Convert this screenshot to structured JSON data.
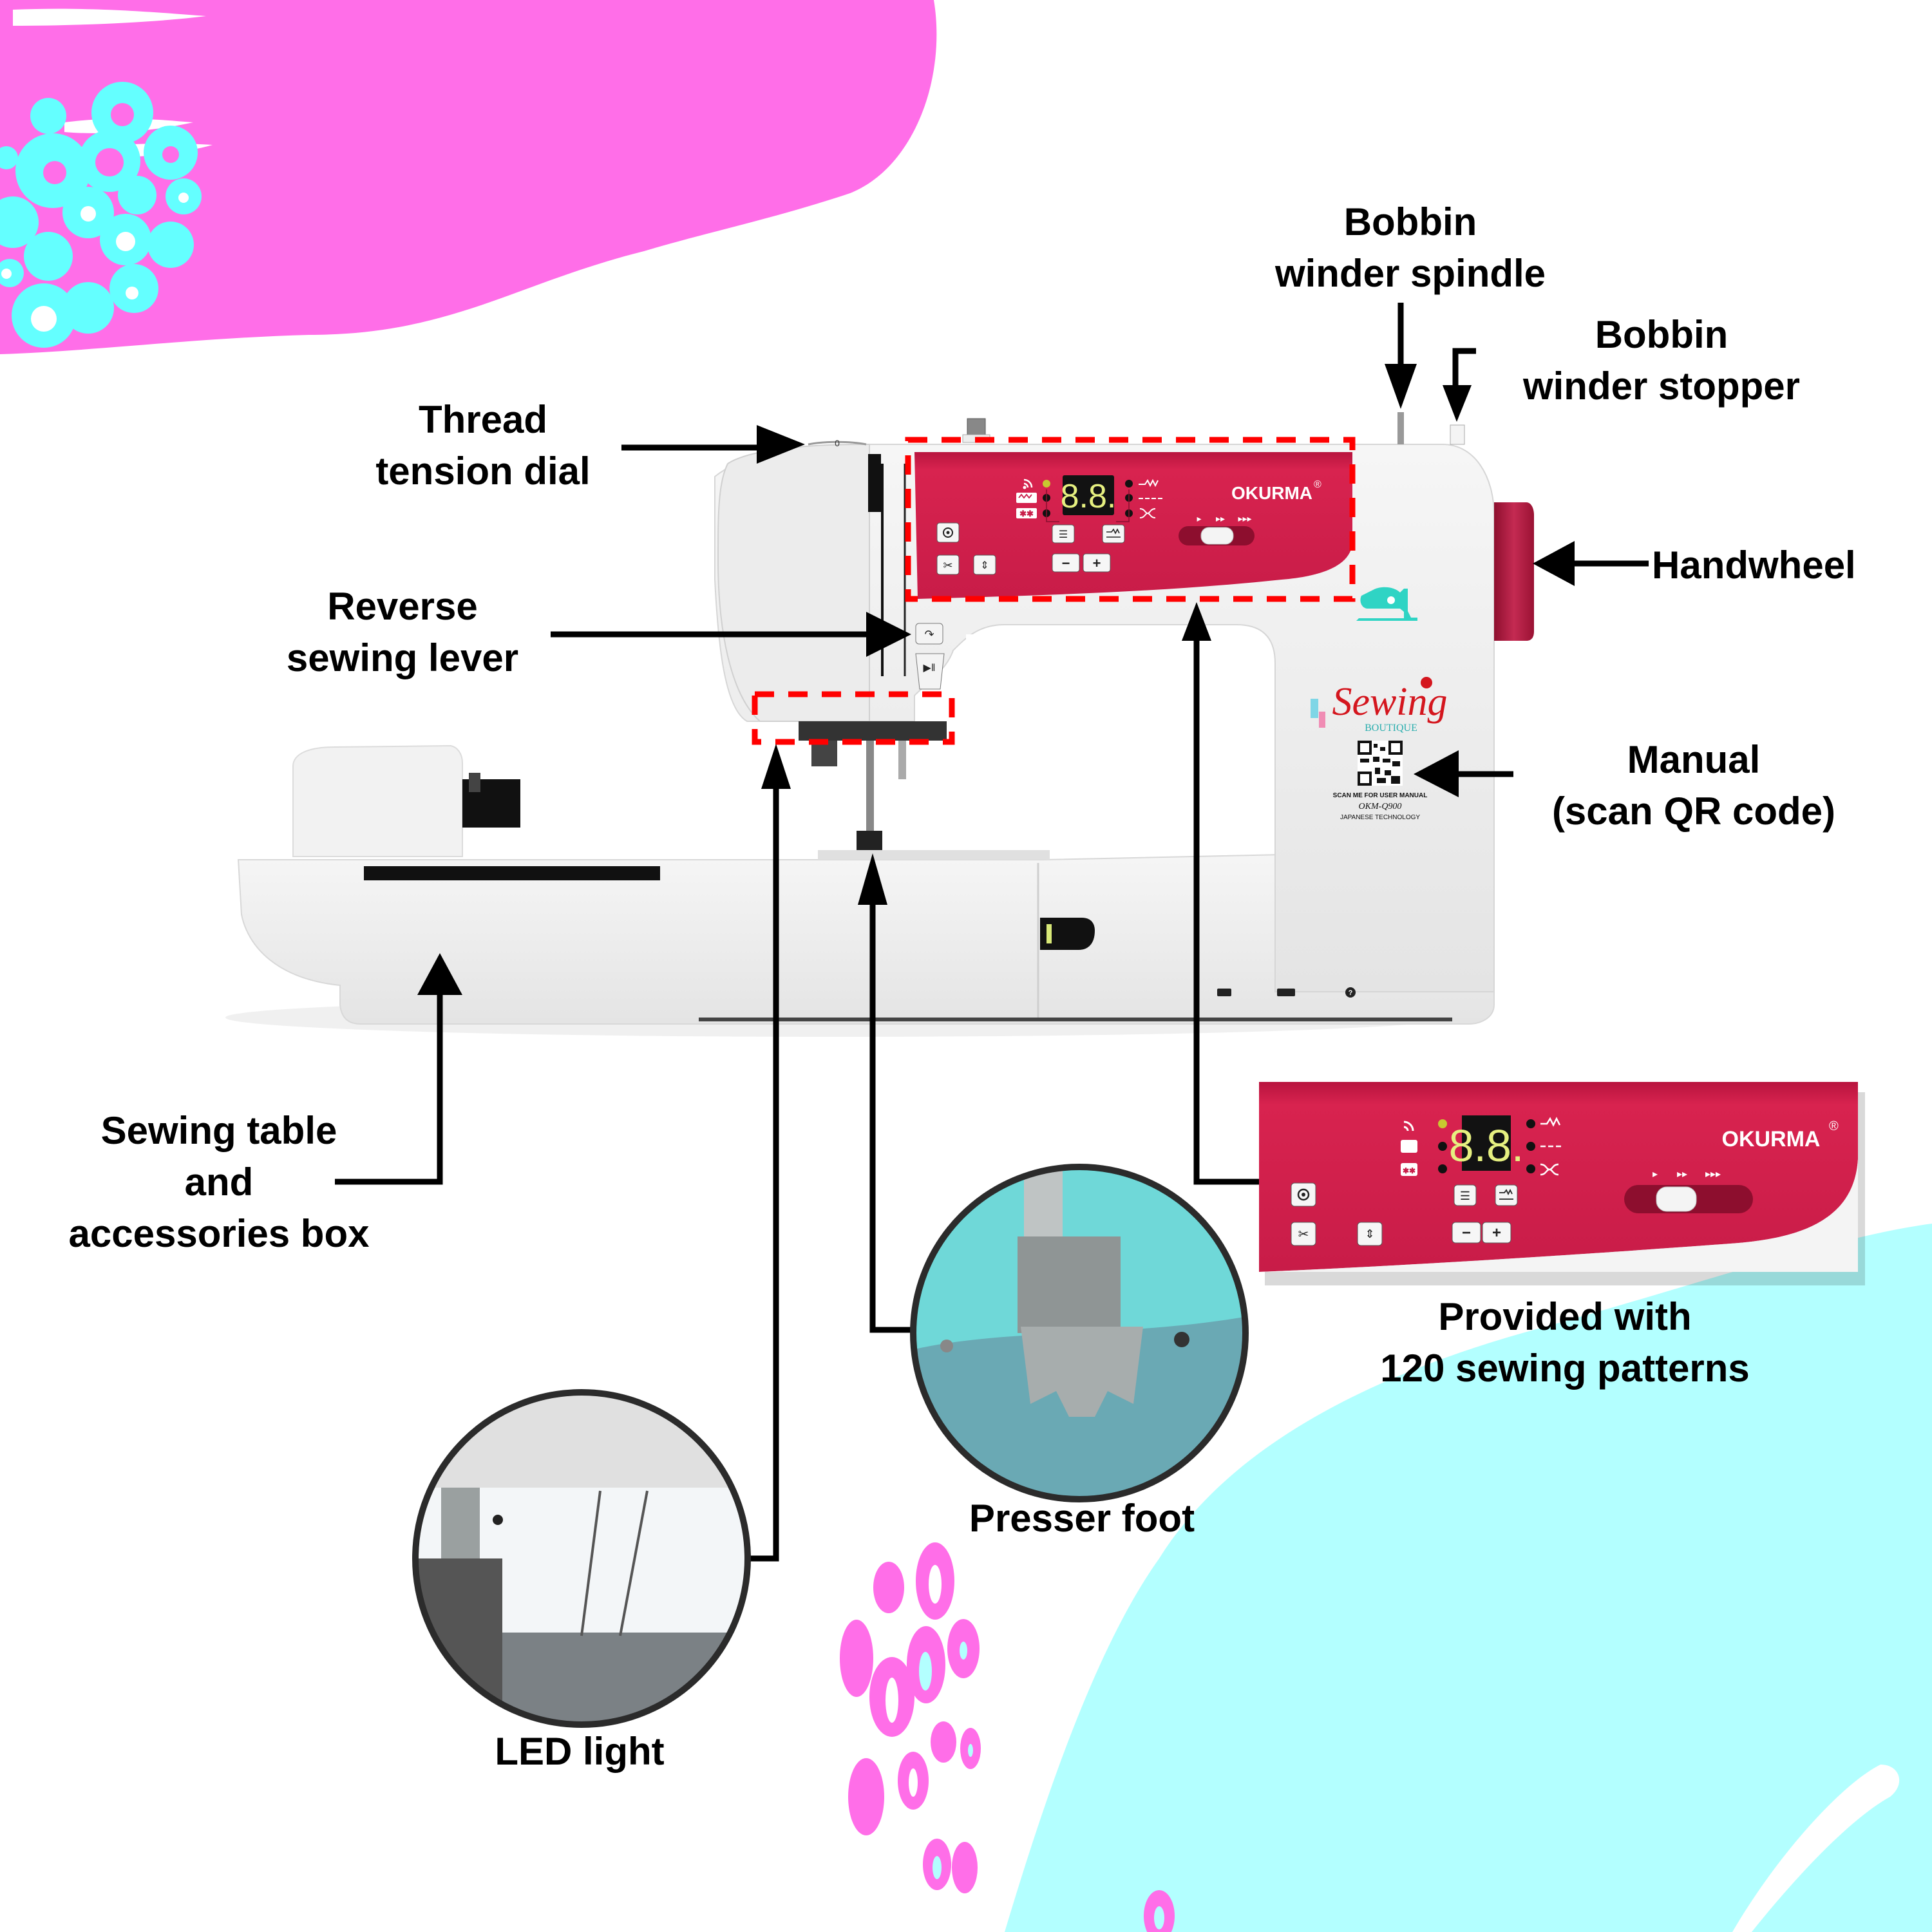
{
  "title": "Okurma OKM-Q900 sewing machine features",
  "colors": {
    "background": "#ffffff",
    "pink_splash": "#ff6ee8",
    "cyan_dots": "#64ffff",
    "cyan_splash": "#b3ffff",
    "panel_red": "#d41e4f",
    "handwheel": "#b0143c",
    "highlight_dash": "#ff0000",
    "led_digits": "#e6f080",
    "led_yellow": "#c8c830"
  },
  "labels": {
    "bobbin_spindle": [
      "Bobbin",
      "winder spindle"
    ],
    "bobbin_stopper": [
      "Bobbin",
      "winder stopper"
    ],
    "thread_tension": [
      "Thread",
      "tension dial"
    ],
    "handwheel": [
      "Handwheel"
    ],
    "reverse_lever": [
      "Reverse",
      "sewing lever"
    ],
    "manual": [
      "Manual",
      "(scan QR code)"
    ],
    "sewing_table": [
      "Sewing table",
      "and",
      "accessories box"
    ],
    "patterns": [
      "Provided with",
      "120 sewing patterns"
    ],
    "presser_foot": [
      "Presser foot"
    ],
    "led_light": [
      "LED light"
    ]
  },
  "machine": {
    "brand": "OKURMA",
    "registered_mark": "®",
    "display_value": "8.8.",
    "tension_dial_mark": "0",
    "speed_marks": [
      "▸",
      "▸▸",
      "▸▸▸"
    ],
    "buttons": [
      {
        "name": "needle-position",
        "icon": "needle-position-icon"
      },
      {
        "name": "thread-cutter",
        "icon": "scissors-icon"
      },
      {
        "name": "needle-up-down",
        "icon": "needle-updown-icon"
      },
      {
        "name": "pattern-list",
        "icon": "list-icon"
      },
      {
        "name": "stitch-select",
        "icon": "stitch-icon"
      },
      {
        "name": "minus",
        "label": "−"
      },
      {
        "name": "plus",
        "label": "+"
      }
    ],
    "indicators_left": [
      "bobbin-wind-icon",
      "utility-stitch-icon",
      "decorative-stitch-icon"
    ],
    "indicators_right": [
      "zigzag-icon",
      "straight-stitch-icon",
      "buttonhole-icon"
    ],
    "side_buttons": [
      {
        "name": "reverse",
        "icon": "reverse-icon"
      },
      {
        "name": "start-stop",
        "icon": "play-pause-icon"
      }
    ],
    "base_icons": [
      "utility-stitch-icon",
      "decorative-stitch-icon",
      "help-icon"
    ]
  },
  "sticker": {
    "brand_script": "Sewing",
    "brand_sub": "BOUTIQUE",
    "scan_text": "SCAN ME FOR USER MANUAL",
    "model": "OKM-Q900",
    "tagline": "JAPANESE TECHNOLOGY"
  }
}
